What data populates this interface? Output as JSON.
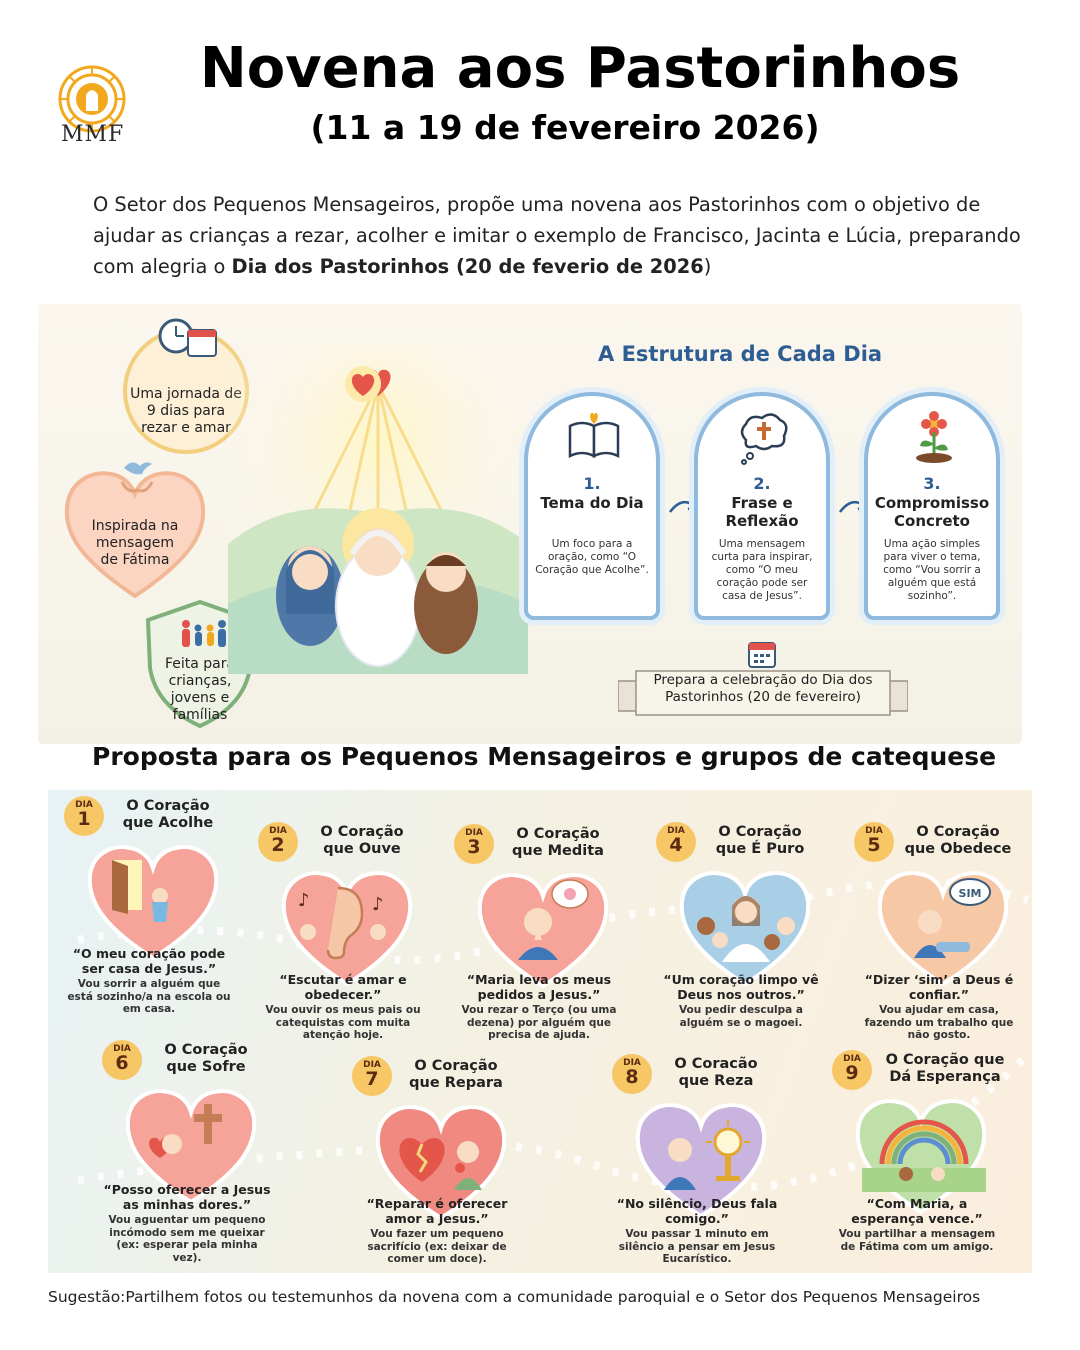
{
  "logo": {
    "text": "MMF",
    "icon": "sun-rays-logo",
    "color": "#f2a81d"
  },
  "header": {
    "title": "Novena aos Pastorinhos",
    "subtitle": "(11 a 19 de fevereiro 2026)"
  },
  "intro": {
    "text": "O Setor dos Pequenos Mensageiros, propõe uma novena aos Pastorinhos com o objetivo de ajudar as crianças a rezar, acolher e imitar o exemplo de Francisco, Jacinta e Lúcia, preparando com alegria o ",
    "bold": "Dia dos Pastorinhos (20 de feverio de 2026",
    "end": ")"
  },
  "badges": {
    "circle": "Uma jornada de 9 dias para rezar e amar",
    "heart": "Inspirada na mensagem de Fátima",
    "shield": "Feita para crianças, jovens e famílias"
  },
  "structure": {
    "title": "A Estrutura de Cada Dia",
    "steps": [
      {
        "num": "1.",
        "title": "Tema do Dia",
        "desc": "Um foco para a oração, como “O Coração que Acolhe”.",
        "icon": "open-book-icon"
      },
      {
        "num": "2.",
        "title": "Frase e Reflexão",
        "desc": "Uma mensagem curta para inspirar, como “O meu coração pode ser casa de Jesus”.",
        "icon": "thought-cross-icon"
      },
      {
        "num": "3.",
        "title": "Compromisso Concreto",
        "desc": "Uma ação simples para viver o tema, como “Vou sorrir a alguém que está sozinho”.",
        "icon": "flower-sprout-icon"
      }
    ],
    "ribbon": "Prepara a celebração do Dia dos Pastorinhos (20 de fevereiro)"
  },
  "proposta": "Proposta para os Pequenos Mensageiros e grupos de catequese",
  "days_label": "DIA",
  "days": [
    {
      "n": "1",
      "title": "O Coração que Acolhe",
      "quote": "“O meu coração pode ser casa de Jesus.”",
      "action": "Vou sorrir a alguém que está sozinho/a na escola ou em casa.",
      "heart": "#f6a49a",
      "icon": "open-door-icon"
    },
    {
      "n": "2",
      "title": "O Coração que Ouve",
      "quote": "“Escutar é amar e obedecer.”",
      "action": "Vou ouvir os meus pais ou catequistas com muita atenção hoje.",
      "heart": "#f6a49a",
      "icon": "ear-icon"
    },
    {
      "n": "3",
      "title": "O Coração que Medita",
      "quote": "“Maria leva os meus pedidos a Jesus.”",
      "action": "Vou rezar o Terço (ou uma dezena) por alguém que precisa de ajuda.",
      "heart": "#f6a49a",
      "icon": "praying-child-icon"
    },
    {
      "n": "4",
      "title": "O Coração que É Puro",
      "quote": "“Um coração limpo vê Deus nos outros.”",
      "action": "Vou pedir desculpa a alguém se o magoei.",
      "heart": "#a9cfe6",
      "icon": "jesus-children-icon"
    },
    {
      "n": "5",
      "title": "O Coração que Obedece",
      "quote": "“Dizer ‘sim’ a Deus é confiar.”",
      "action": "Vou ajudar em casa, fazendo um trabalho que não gosto.",
      "heart": "#f7c8a6",
      "icon": "sim-bubble-icon",
      "bubble": "SIM"
    },
    {
      "n": "6",
      "title": "O Coração que Sofre",
      "quote": "“Posso oferecer a Jesus as minhas dores.”",
      "action": "Vou aguentar um pequeno incómodo sem me queixar (ex: esperar pela minha vez).",
      "heart": "#f6a49a",
      "icon": "cross-icon"
    },
    {
      "n": "7",
      "title": "O Coração que Repara",
      "quote": "“Reparar é oferecer amor a Jesus.”",
      "action": "Vou fazer um pequeno sacrifício (ex: deixar de comer um doce).",
      "heart": "#f08a80",
      "icon": "mended-heart-icon"
    },
    {
      "n": "8",
      "title": "O Coracão que Reza",
      "quote": "“No silêncio, Deus fala comigo.”",
      "action": "Vou passar 1 minuto em silêncio a pensar em Jesus Eucarístico.",
      "heart": "#c9b3df",
      "icon": "monstrance-icon"
    },
    {
      "n": "9",
      "title": "O Coração que Dá Esperança",
      "quote": "“Com Maria, a esperança vence.”",
      "action": "Vou partilhar a mensagem de Fátima com um amigo.",
      "heart": "#bfe0a8",
      "icon": "rainbow-icon"
    }
  ],
  "footer": "Sugestão:Partilhem fotos ou testemunhos da novena com a comunidade paroquial e o Setor dos Pequenos Mensageiros"
}
